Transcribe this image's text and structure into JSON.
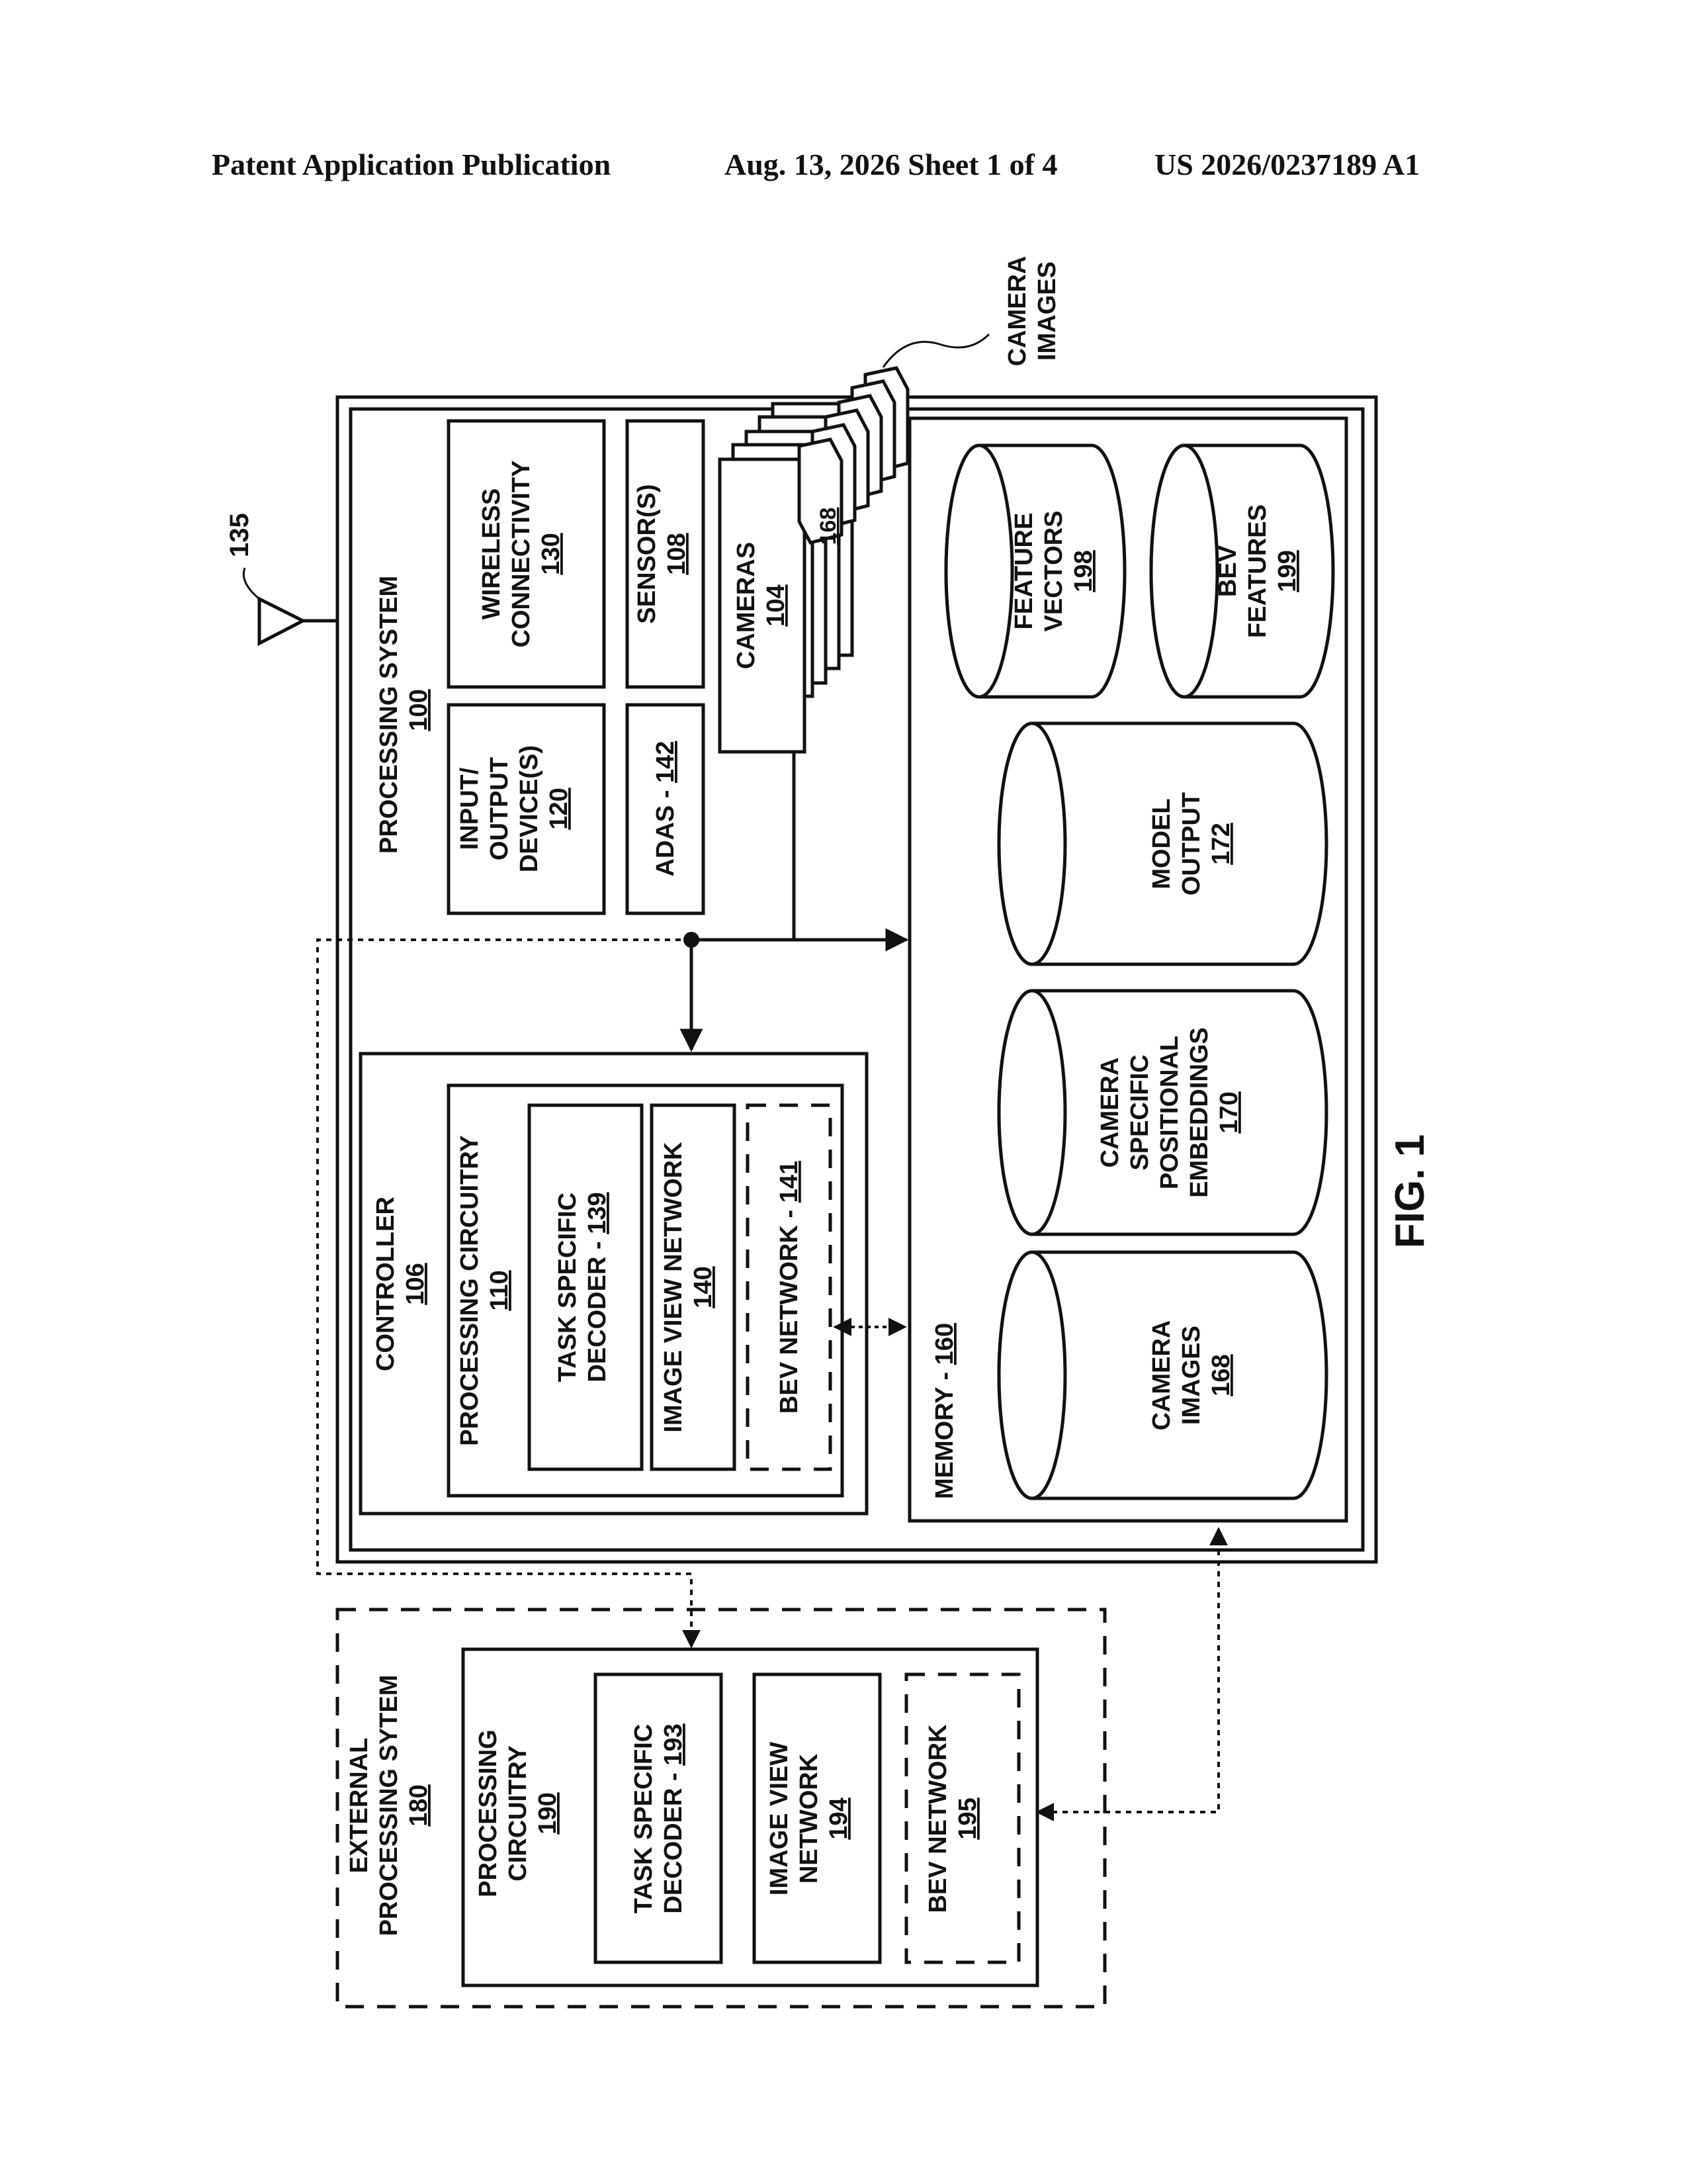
{
  "header": {
    "left": "Patent Application Publication",
    "middle": "Aug. 13, 2026  Sheet 1 of 4",
    "right": "US 2026/0237189 A1"
  },
  "figure_label": "FIG. 1",
  "antenna": {
    "ref": "135"
  },
  "camera_images_callout": {
    "line1": "CAMERA",
    "line2": "IMAGES"
  },
  "processing_system": {
    "title": "PROCESSING SYSTEM",
    "ref": "100"
  },
  "wireless": {
    "line1": "WIRELESS",
    "line2": "CONNECTIVITY",
    "ref": "130"
  },
  "sensors": {
    "label": "SENSOR(S)",
    "ref": "108"
  },
  "io": {
    "line1": "INPUT/",
    "line2": "OUTPUT",
    "line3": "DEVICE(S)",
    "ref": "120"
  },
  "adas": {
    "label": "ADAS - ",
    "ref": "142"
  },
  "cameras": {
    "label": "CAMERAS",
    "ref": "104",
    "image_ref": "168"
  },
  "controller": {
    "title": "CONTROLLER",
    "ref": "106"
  },
  "processing_circuitry": {
    "title": "PROCESSING CIRCUITRY",
    "ref": "110"
  },
  "task_decoder": {
    "line1": "TASK SPECIFIC",
    "line2": "DECODER - ",
    "ref": "139"
  },
  "image_view_network": {
    "label": "IMAGE VIEW NETWORK",
    "ref": "140"
  },
  "bev_network": {
    "label": "BEV NETWORK - ",
    "ref": "141"
  },
  "memory": {
    "label": "MEMORY - ",
    "ref": "160"
  },
  "feature_vectors": {
    "line1": "FEATURE",
    "line2": "VECTORS",
    "ref": "198"
  },
  "bev_features": {
    "line1": "BEV",
    "line2": "FEATURES",
    "ref": "199"
  },
  "model_output": {
    "line1": "MODEL",
    "line2": "OUTPUT",
    "ref": "172"
  },
  "positional_embeddings": {
    "line1": "CAMERA",
    "line2": "SPECIFIC",
    "line3": "POSITIONAL",
    "line4": "EMBEDDINGS",
    "ref": "170"
  },
  "camera_images_store": {
    "line1": "CAMERA",
    "line2": "IMAGES",
    "ref": "168"
  },
  "external_system": {
    "line1": "EXTERNAL",
    "line2": "PROCESSING SYTEM",
    "ref": "180"
  },
  "ext_circuitry": {
    "line1": "PROCESSING",
    "line2": "CIRCUITRY",
    "ref": "190"
  },
  "ext_task_decoder": {
    "line1": "TASK SPECIFIC",
    "line2": "DECODER - ",
    "ref": "193"
  },
  "ext_image_view": {
    "line1": "IMAGE VIEW",
    "line2": "NETWORK",
    "ref": "194"
  },
  "ext_bev": {
    "label": "BEV NETWORK",
    "ref": "195"
  }
}
